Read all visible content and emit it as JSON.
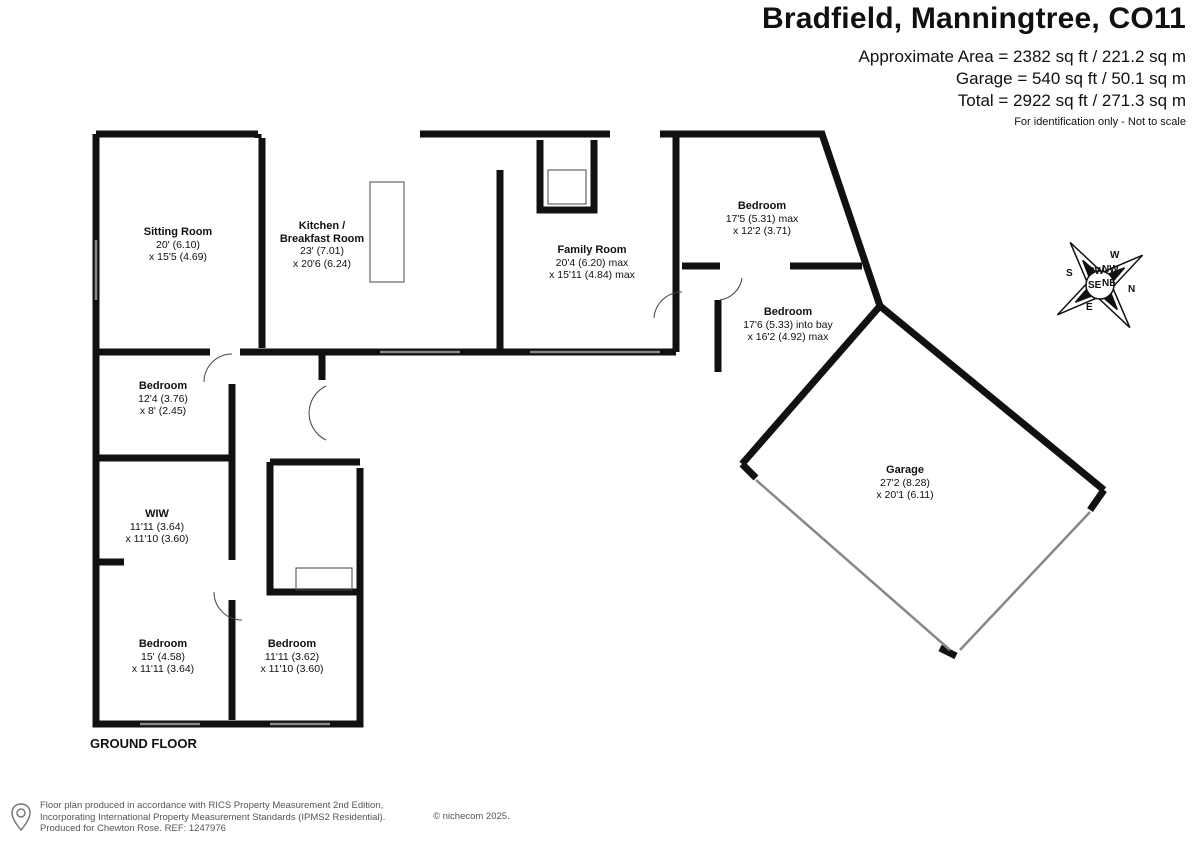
{
  "header": {
    "title": "Bradfield, Manningtree, CO11",
    "area_line": "Approximate Area = 2382 sq ft / 221.2 sq m",
    "garage_line": "Garage = 540 sq ft / 50.1 sq m",
    "total_line": "Total = 2922 sq ft / 271.3 sq m",
    "note": "For identification only - Not to scale"
  },
  "rooms": [
    {
      "name": "Sitting Room",
      "dim1": "20' (6.10)",
      "dim2": "x 15'5 (4.69)"
    },
    {
      "name": "Kitchen /",
      "name2": "Breakfast Room",
      "dim1": "23' (7.01)",
      "dim2": "x 20'6 (6.24)"
    },
    {
      "name": "Family Room",
      "dim1": "20'4 (6.20) max",
      "dim2": "x 15'11 (4.84) max"
    },
    {
      "name": "Bedroom",
      "dim1": "17'5 (5.31) max",
      "dim2": "x 12'2 (3.71)"
    },
    {
      "name": "Bedroom",
      "dim1": "17'6 (5.33) into bay",
      "dim2": "x 16'2 (4.92) max"
    },
    {
      "name": "Bedroom",
      "dim1": "12'4 (3.76)",
      "dim2": "x 8' (2.45)"
    },
    {
      "name": "WIW",
      "dim1": "11'11 (3.64)",
      "dim2": "x 11'10 (3.60)"
    },
    {
      "name": "Bedroom",
      "dim1": "15' (4.58)",
      "dim2": "x 11'11 (3.64)"
    },
    {
      "name": "Bedroom",
      "dim1": "11'11 (3.62)",
      "dim2": "x 11'10 (3.60)"
    },
    {
      "name": "Garage",
      "dim1": "27'2 (8.28)",
      "dim2": "x 20'1 (6.11)"
    }
  ],
  "floor_label": "GROUND FLOOR",
  "compass": {
    "labels": [
      "N",
      "NW",
      "W",
      "SW",
      "S",
      "SE",
      "E",
      "NE"
    ]
  },
  "footer": {
    "line1": "Floor plan produced in accordance with RICS Property Measurement 2nd Edition,",
    "line2": "Incorporating International Property Measurement Standards (IPMS2 Residential).",
    "rights": "© nichecom 2025.",
    "line3": "Produced for Chewton Rose.   REF: 1247976"
  },
  "colors": {
    "wall": "#111111",
    "window": "#888888"
  }
}
